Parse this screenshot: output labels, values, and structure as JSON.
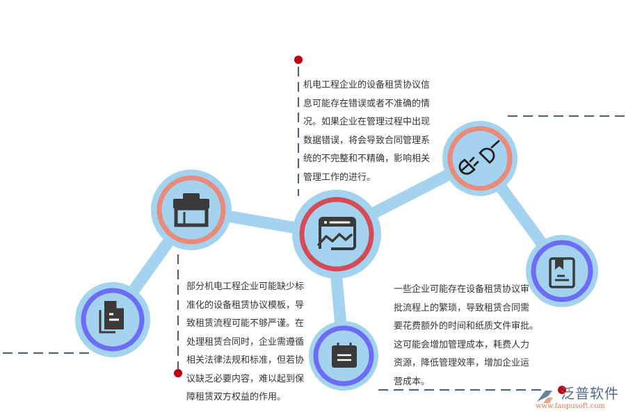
{
  "colors": {
    "track": "#a3d3ee",
    "ring_salmon": "#ea8a7a",
    "ring_red": "#d54b55",
    "ring_blue": "#6c6cf6",
    "icon_dark": "#3a3a3a",
    "dash": "#4f6478",
    "dot": "#c00012"
  },
  "nodes": [
    {
      "id": "documents",
      "icon": "documents-icon",
      "ring": "blue"
    },
    {
      "id": "toolbox",
      "icon": "toolbox-icon",
      "ring": "salmon"
    },
    {
      "id": "browser-chart",
      "icon": "browser-chart-icon",
      "ring": "red"
    },
    {
      "id": "calendar",
      "icon": "calendar-icon",
      "ring": "blue"
    },
    {
      "id": "plug",
      "icon": "plug-connection-icon",
      "ring": "salmon"
    },
    {
      "id": "bookmark-book",
      "icon": "bookmark-book-icon",
      "ring": "blue"
    }
  ],
  "callouts": {
    "top": {
      "lines": [
        "机电工程企业的设备租赁协议信",
        "息可能存在错误或者不准确的情",
        "况。如果企业在管理过程中出现",
        "数据错误，将会导致合同管理系",
        "统的不完整和不精确，影响相关",
        "管理工作的进行。"
      ]
    },
    "bottom_left": {
      "lines": [
        "部分机电工程企业可能缺少标",
        "准化的设备租赁协议模板，导",
        "致租赁流程可能不够严谨。在",
        "处理租赁合同时，企业需遵循",
        "相关法律法规和标准，但若协",
        "议缺乏必要内容，难以起到保",
        "障租赁双方权益的作用。"
      ]
    },
    "bottom_right": {
      "lines": [
        "一些企业可能存在设备租赁协议审",
        "批流程上的繁琐，导致租赁合同需",
        "要花费额外的时间和纸质文件审批。",
        "这可能会增加管理成本，耗费人力",
        "资源，降低管理效率，增加企业运",
        "营成本。"
      ]
    }
  },
  "logo": {
    "name": "泛普软件",
    "url": "www.fanpusoft.com"
  }
}
